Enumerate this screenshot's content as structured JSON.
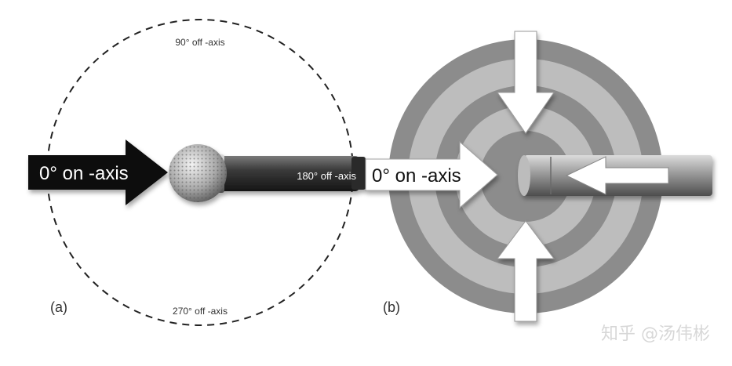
{
  "panel_a": {
    "panel_label": "(a)",
    "on_axis_label": "0° on -axis",
    "label_90": "90° off -axis",
    "label_180": "180° off -axis",
    "label_270": "270° off -axis"
  },
  "panel_b": {
    "panel_label": "(b)",
    "on_axis_label": "0° on -axis"
  },
  "watermark": "知乎 @汤伟彬",
  "colors": {
    "dark_arrow": "#111111",
    "ring_dark": "#8c8c8c",
    "ring_light": "#bdbdbd"
  }
}
